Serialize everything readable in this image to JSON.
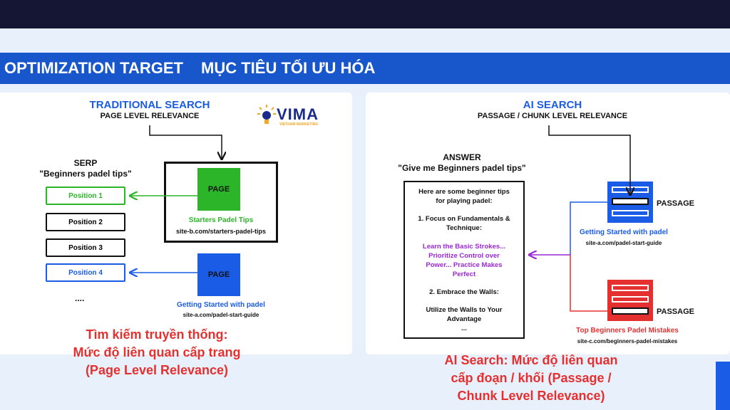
{
  "header": {
    "left_title": "OPTIMIZATION TARGET",
    "right_title": "MỤC TIÊU TỐI ƯU HÓA"
  },
  "logo": {
    "text": "VIMA",
    "tagline": "VIETNAM MARKETING"
  },
  "traditional": {
    "title": "TRADITIONAL SEARCH",
    "subtitle": "PAGE LEVEL RELEVANCE",
    "serp_label": "SERP",
    "serp_query": "\"Beginners padel tips\"",
    "positions": [
      "Position 1",
      "Position 2",
      "Position 3",
      "Position 4"
    ],
    "ellipsis": "....",
    "page1": {
      "label": "PAGE",
      "name": "Starters Padel Tips",
      "url": "site-b.com/starters-padel-tips"
    },
    "page2": {
      "label": "PAGE",
      "name": "Getting Started with padel",
      "url": "site-a.com/padel-start-guide"
    },
    "caption": [
      "Tìm kiếm truyền thống:",
      "Mức độ liên quan cấp trang",
      "(Page Level Relevance)"
    ]
  },
  "ai": {
    "title": "AI SEARCH",
    "subtitle": "PASSAGE / CHUNK LEVEL RELEVANCE",
    "answer_label": "ANSWER",
    "answer_query": "\"Give me Beginners padel tips\"",
    "answer_intro": [
      "Here are some beginner tips",
      "for playing padel:"
    ],
    "answer_point1": [
      "1. Focus on Fundamentals &",
      "Technique:"
    ],
    "answer_highlight": [
      "Learn the Basic Strokes...",
      "Prioritize Control over",
      "Power... Practice Makes",
      "Perfect"
    ],
    "answer_point2": "2. Embrace the Walls:",
    "answer_point3": [
      "Utilize the Walls to Your",
      "Advantage"
    ],
    "answer_more": "...",
    "passage1": {
      "label": "PASSAGE",
      "name": "Getting Started with padel",
      "url": "site-a.com/padel-start-guide"
    },
    "passage2": {
      "label": "PASSAGE",
      "name": "Top Beginners Padel Mistakes",
      "url": "site-c.com/beginners-padel-mistakes"
    },
    "caption": [
      "AI Search: Mức độ liên quan",
      "cấp đoạn / khối (Passage /",
      "Chunk Level Relevance)"
    ]
  },
  "colors": {
    "green": "#2db52a",
    "blue": "#1a5ce6",
    "purple": "#9b27d6",
    "red": "#e53030",
    "header": "#1856cc",
    "topbar": "#141633"
  }
}
